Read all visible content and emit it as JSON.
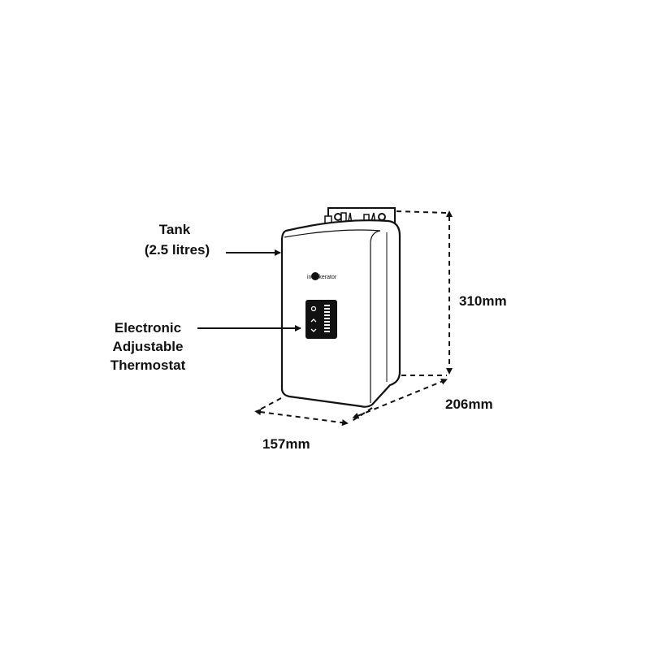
{
  "labels": {
    "tank": "Tank",
    "tank_capacity": "(2.5 litres)",
    "thermostat_line1": "Electronic",
    "thermostat_line2": "Adjustable",
    "thermostat_line3": "Thermostat"
  },
  "dimensions": {
    "height": "310mm",
    "depth": "206mm",
    "width": "157mm"
  },
  "brand_logo": "insinkerator",
  "colors": {
    "line": "#111111",
    "panel": "#111111"
  }
}
